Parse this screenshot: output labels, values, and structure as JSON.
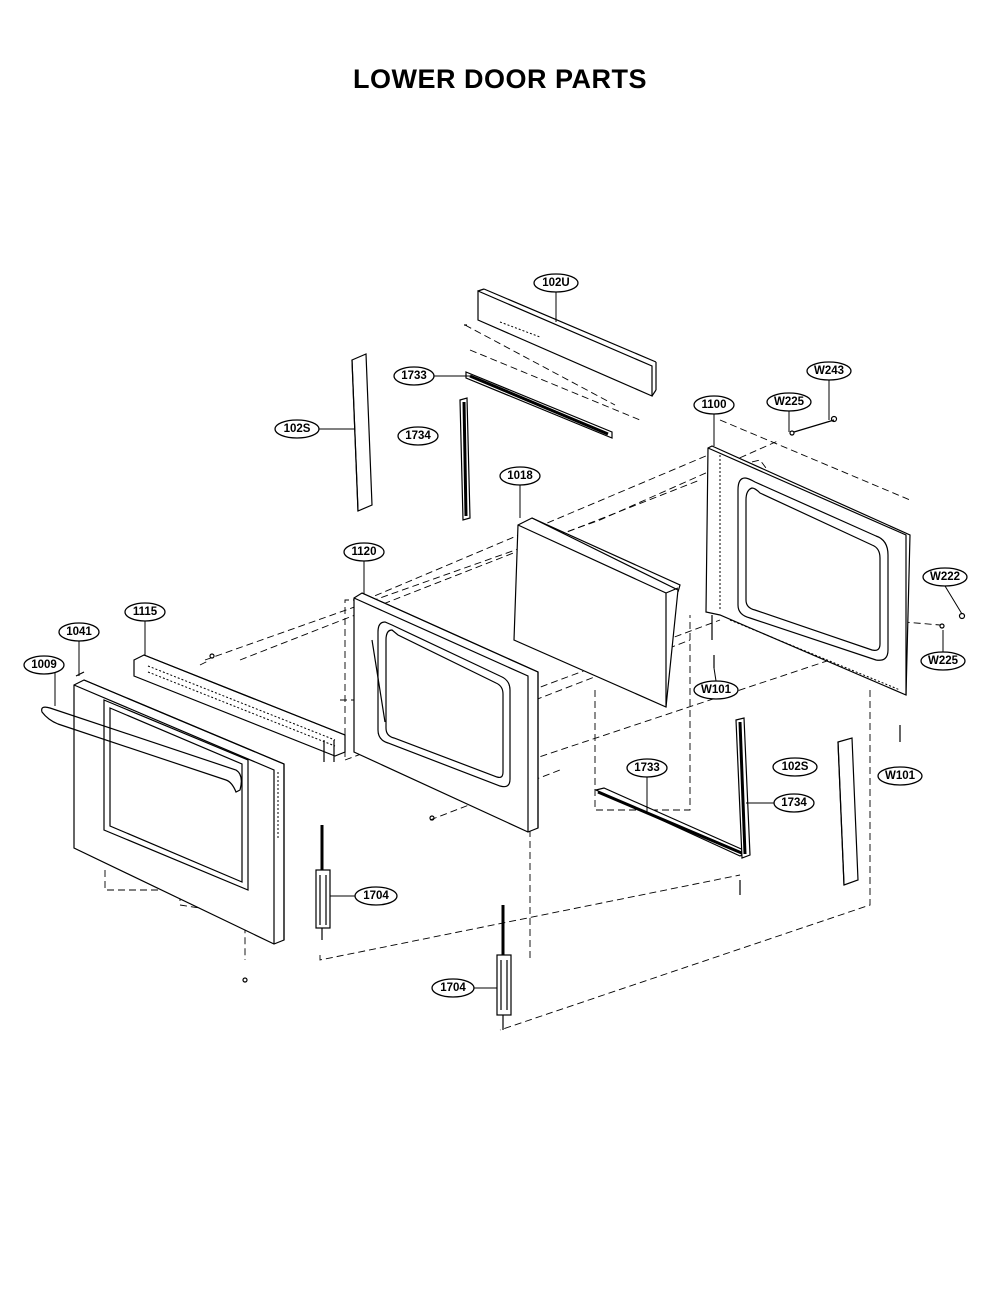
{
  "title": "LOWER DOOR PARTS",
  "callouts": {
    "c102U": "102U",
    "c1733_top": "1733",
    "c102S_left": "102S",
    "c1734_top": "1734",
    "cW243": "W243",
    "c1100": "1100",
    "cW225_top": "W225",
    "c1018": "1018",
    "c1120": "1120",
    "cW222": "W222",
    "c1115": "1115",
    "c1041": "1041",
    "c1009": "1009",
    "cW225_right": "W225",
    "cW101_mid": "W101",
    "c1733_right": "1733",
    "c102S_right": "102S",
    "cW101_right": "W101",
    "c1734_right": "1734",
    "c1704_left": "1704",
    "c1704_bottom": "1704"
  }
}
